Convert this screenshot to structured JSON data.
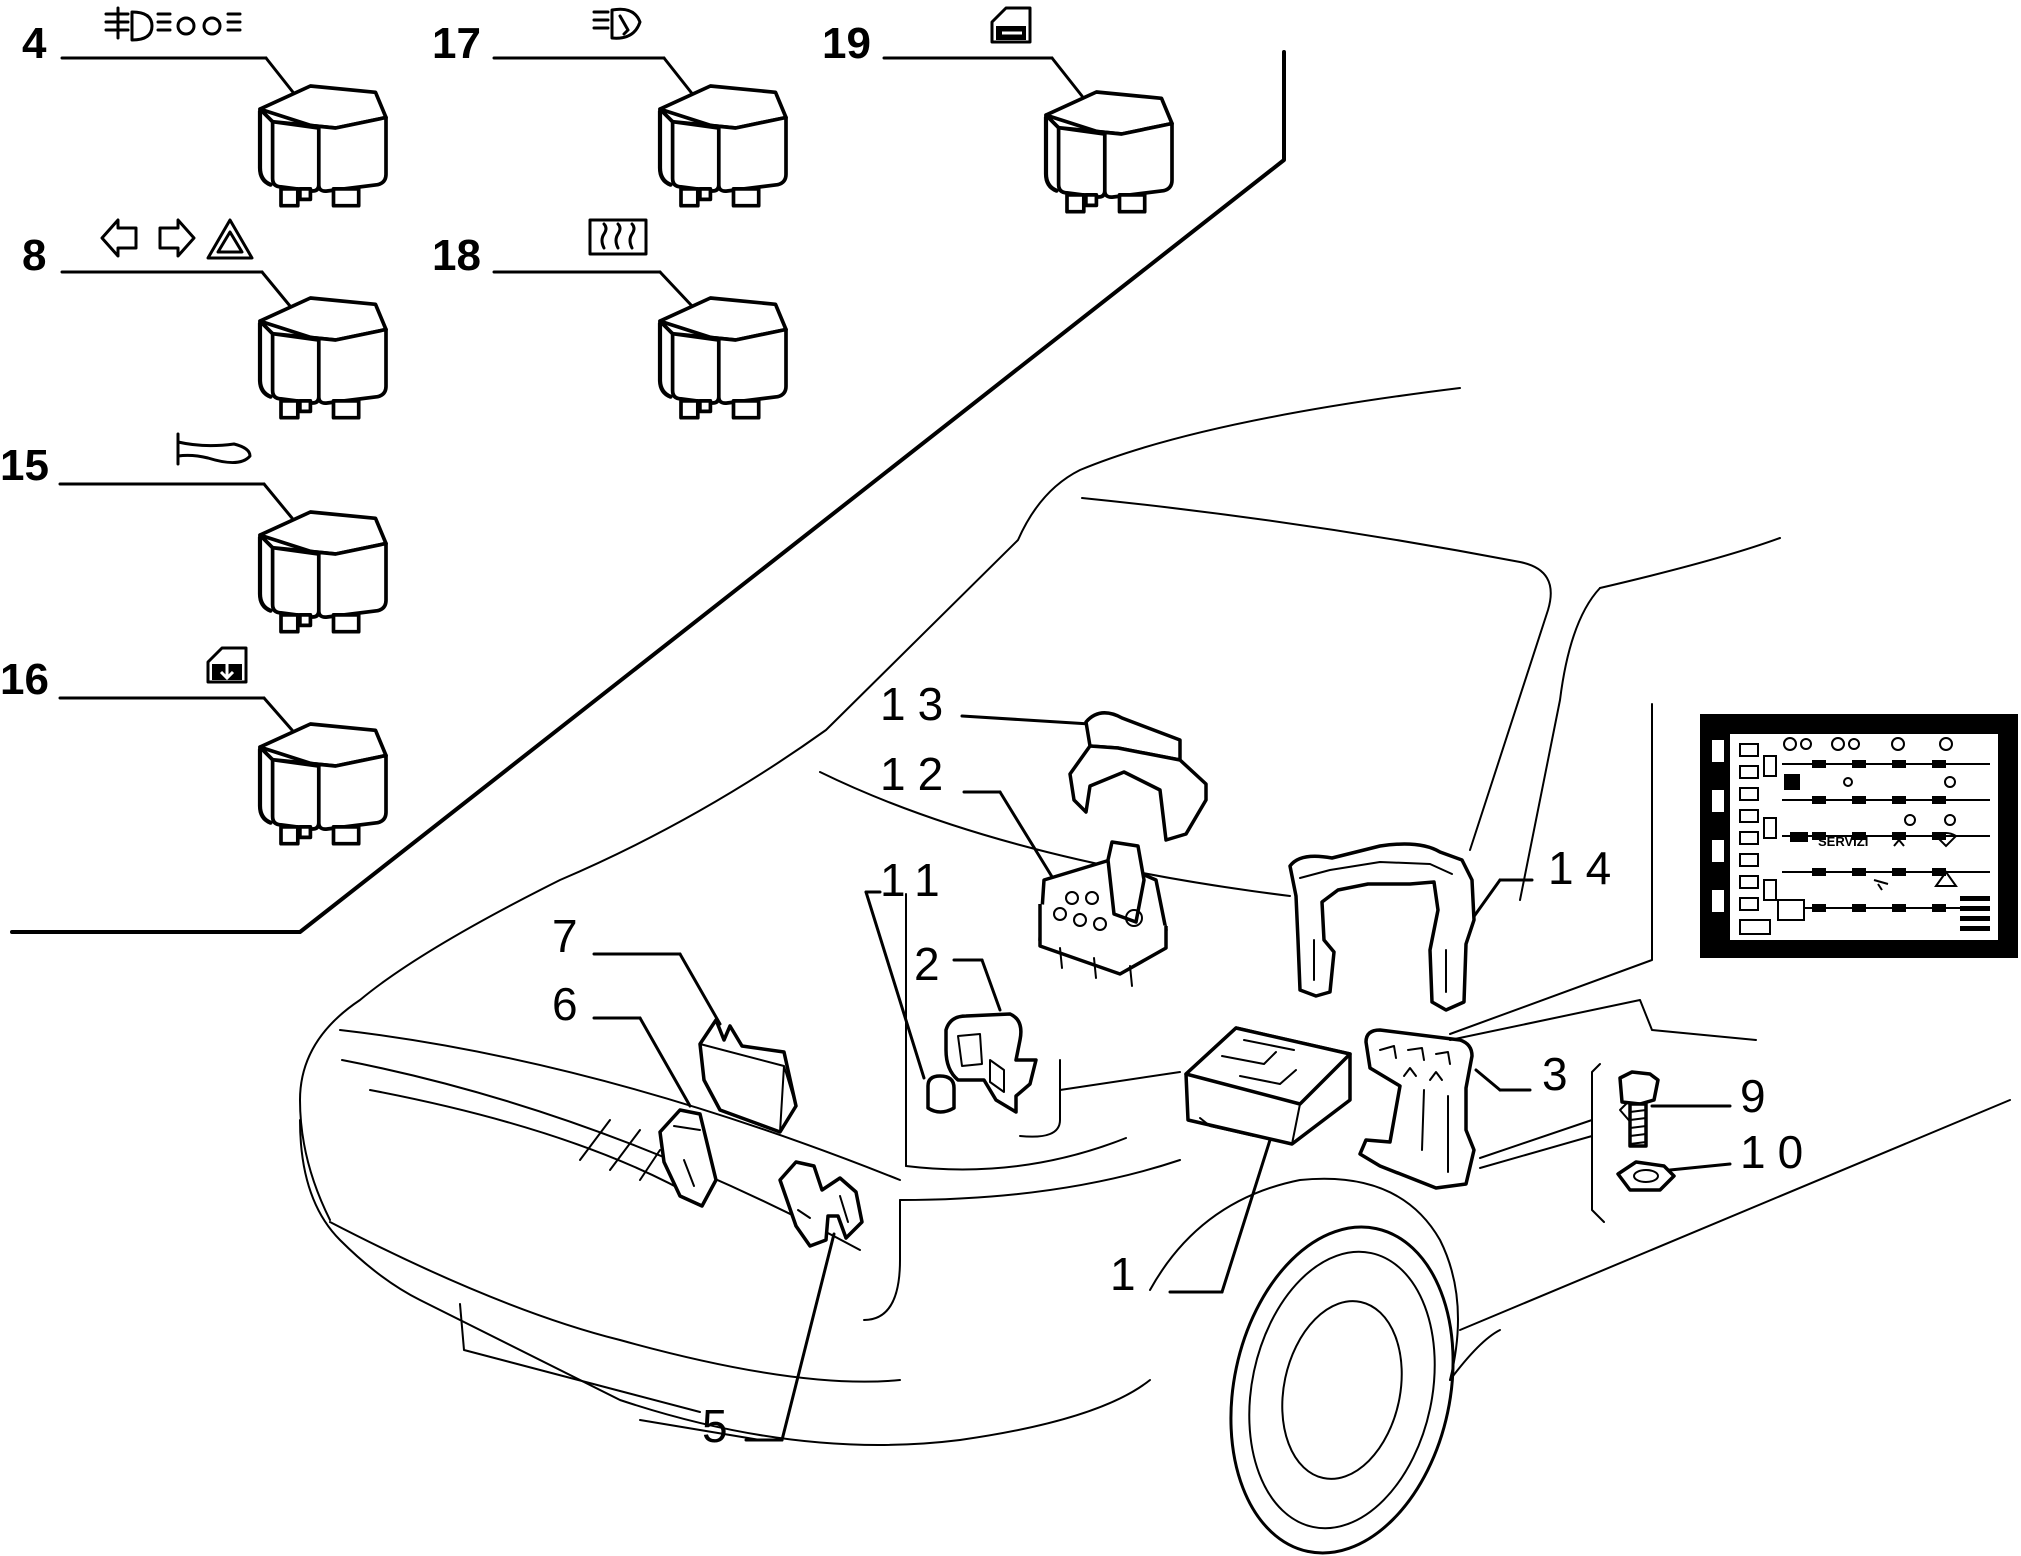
{
  "relays": [
    {
      "id": "4",
      "label": "4",
      "icon": "fog-light-icon"
    },
    {
      "id": "8",
      "label": "8",
      "icon": "hazard-indicator-icon"
    },
    {
      "id": "15",
      "label": "15",
      "icon": "horn-icon"
    },
    {
      "id": "16",
      "label": "16",
      "icon": "window-lift-icon"
    },
    {
      "id": "17",
      "label": "17",
      "icon": "headlamp-wiper-icon"
    },
    {
      "id": "18",
      "label": "18",
      "icon": "rear-defroster-icon"
    },
    {
      "id": "19",
      "label": "19",
      "icon": "door-lock-icon"
    }
  ],
  "callouts": {
    "c1": "1",
    "c2": "2",
    "c3": "3",
    "c5": "5",
    "c6": "6",
    "c7": "7",
    "c9": "9",
    "c10": "10",
    "c11": "11",
    "c12": "12",
    "c13": "13",
    "c14": "14"
  },
  "fuse_panel": {
    "label": "SERVIZI"
  }
}
